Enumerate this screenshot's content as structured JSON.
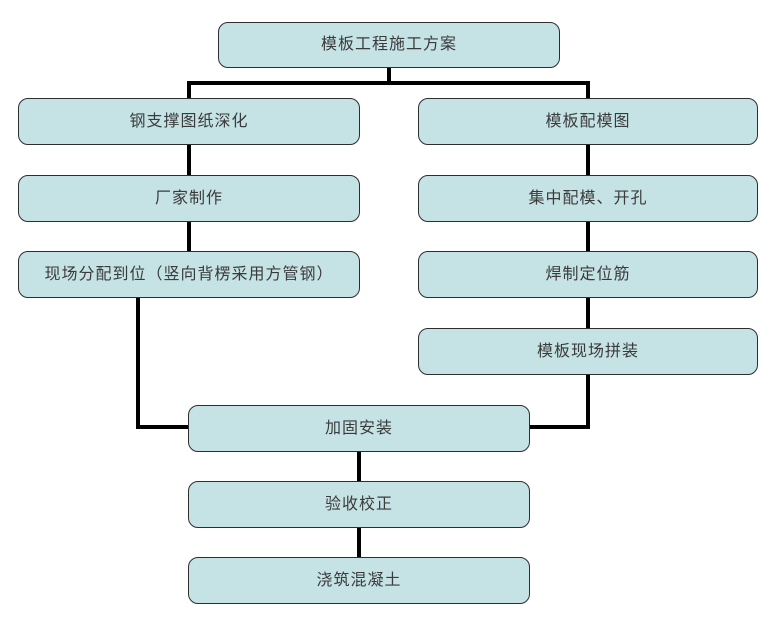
{
  "diagram": {
    "type": "flowchart",
    "title": "模板工程施工方案",
    "nodes": {
      "root": {
        "label": "模板工程施工方案"
      },
      "left_branch": [
        {
          "label": "钢支撑图纸深化"
        },
        {
          "label": "厂家制作"
        },
        {
          "label": "现场分配到位（竖向背楞采用方管钢）"
        }
      ],
      "right_branch": [
        {
          "label": "模板配模图"
        },
        {
          "label": "集中配模、开孔"
        },
        {
          "label": "焊制定位筋"
        },
        {
          "label": "模板现场拼装"
        }
      ],
      "merged_sequence": [
        {
          "label": "加固安装"
        },
        {
          "label": "验收校正"
        },
        {
          "label": "浇筑混凝土"
        }
      ]
    },
    "edges": [
      "root -> 钢支撑图纸深化",
      "root -> 模板配模图",
      "钢支撑图纸深化 -> 厂家制作",
      "厂家制作 -> 现场分配到位（竖向背楞采用方管钢）",
      "模板配模图 -> 集中配模、开孔",
      "集中配模、开孔 -> 焊制定位筋",
      "焊制定位筋 -> 模板现场拼装",
      "现场分配到位（竖向背楞采用方管钢） -> 加固安装",
      "模板现场拼装 -> 加固安装",
      "加固安装 -> 验收校正",
      "验收校正 -> 浇筑混凝土"
    ],
    "colors": {
      "node_fill": "#c5e2e4",
      "node_border": "#2e2e2e",
      "connector": "#000000",
      "text": "#3b3b3b",
      "background": "#ffffff"
    }
  }
}
